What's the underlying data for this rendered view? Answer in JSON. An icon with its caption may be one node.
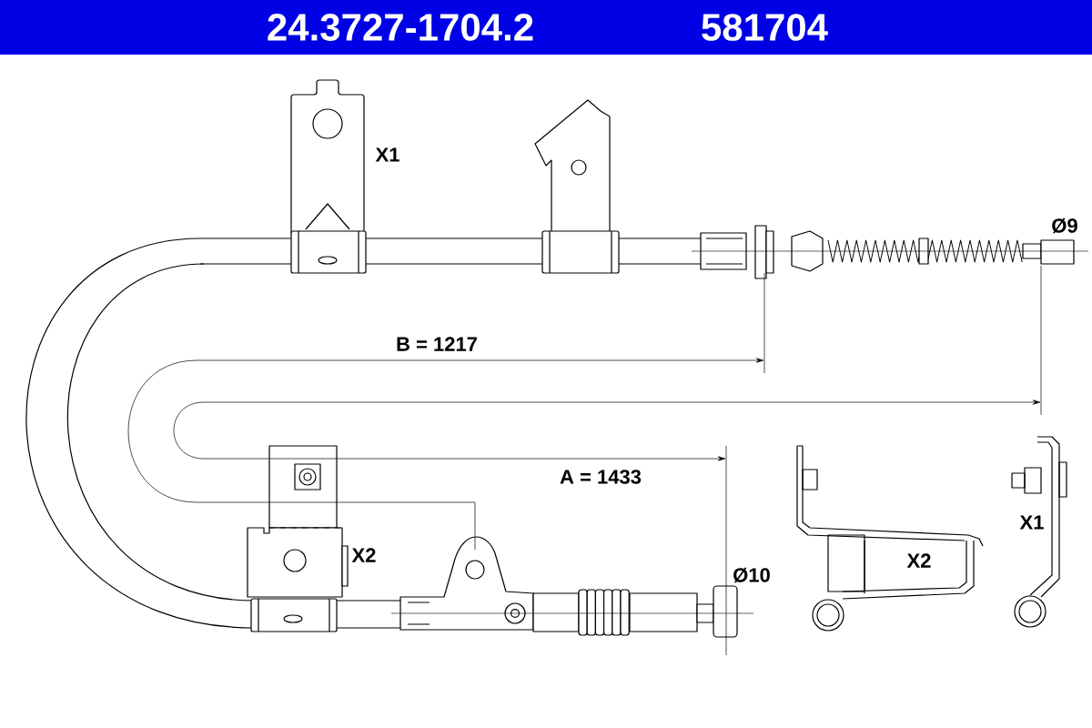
{
  "diagram": {
    "labels": [
      "24.3727-1704.2",
      "581704",
      "X1",
      "Ø9",
      "B = 1217",
      "A = 1433",
      "X2",
      "Ø10",
      "X2",
      "X1"
    ]
  }
}
